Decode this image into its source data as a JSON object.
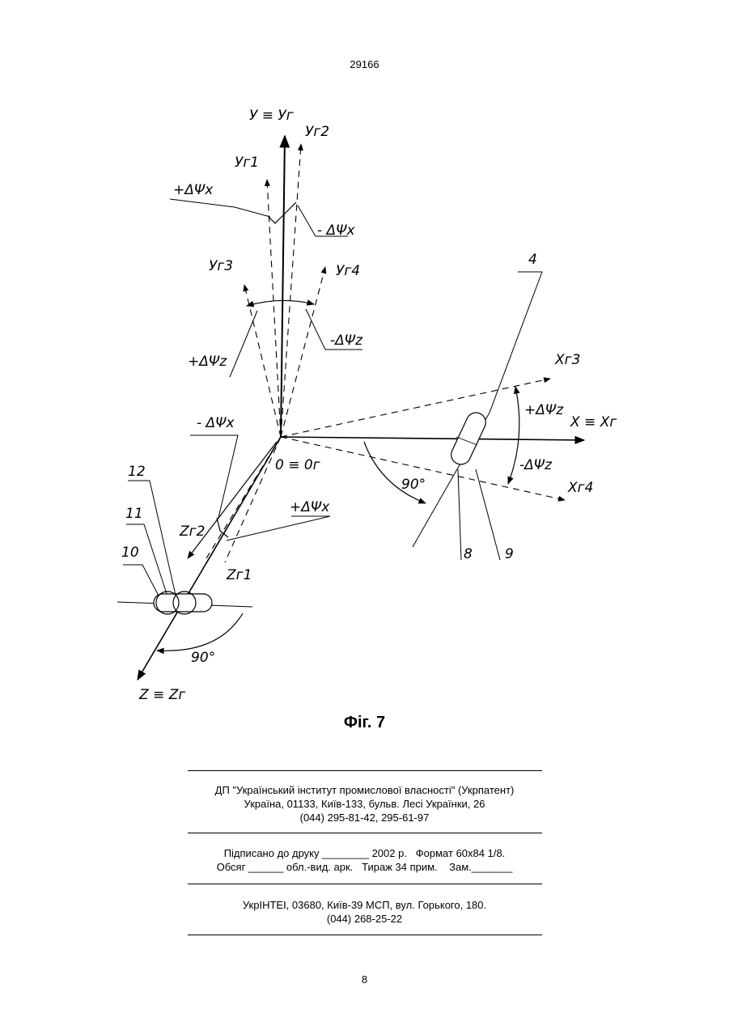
{
  "header": {
    "page_code": "29166"
  },
  "figure": {
    "caption": "Фіг. 7",
    "labels": {
      "y_axis": "У ≡ Уг",
      "y_g2": "Уг2",
      "y_g1": "Уг1",
      "plus_dphi_x_top": "+ΔΨx",
      "minus_dphi_x_top": "- ΔΨx",
      "y_g3": "Уг3",
      "y_g4": "Уг4",
      "minus_dphi_z_top": "-ΔΨz",
      "plus_dphi_z_top": "+ΔΨz",
      "ref_4": "4",
      "x_g3": "Хг3",
      "plus_dphi_z_right": "+ΔΨz",
      "x_axis": "Х ≡ Хг",
      "minus_dphi_x_left": "- ΔΨx",
      "origin": "0 ≡ 0г",
      "minus_dphi_z_right": "-ΔΨz",
      "x_g4": "Хг4",
      "angle_90_right": "90°",
      "ref_12": "12",
      "ref_11": "11",
      "ref_10": "10",
      "plus_dphi_x_bottom": "+ΔΨx",
      "z_g2": "Zг2",
      "z_g1": "Zг1",
      "ref_8": "8",
      "ref_9": "9",
      "angle_90_bottom": "90°",
      "z_axis": "Z ≡ Zг"
    }
  },
  "imprint": {
    "org_line1": "ДП \"Український інститут промислової власності\" (Укрпатент)",
    "org_line2": "Україна, 01133, Київ-133, бульв. Лесі Українки, 26",
    "org_line3": "(044) 295-81-42, 295-61-97",
    "print_line1": "Підписано до друку ________ 2002 р.   Формат 60х84 1/8.",
    "print_line2": "Обсяг ______ обл.-вид. арк.   Тираж 34 прим.    Зам._______",
    "publisher_line1": "УкрІНТЕІ, 03680, Київ-39 МСП, вул. Горького, 180.",
    "publisher_line2": "(044) 268-25-22"
  },
  "footer": {
    "page_number": "8"
  }
}
